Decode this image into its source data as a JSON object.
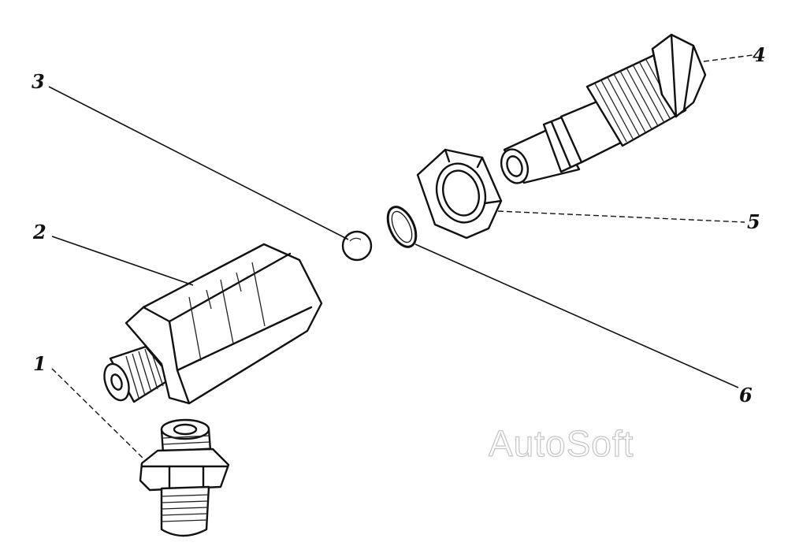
{
  "labels": {
    "part1": "1",
    "part2": "2",
    "part3": "3",
    "part4": "4",
    "part5": "5",
    "part6": "6"
  },
  "watermark": "AutoSoft",
  "colors": {
    "ink": "#111111",
    "watermark_outline": "#c4c4c4",
    "background": "#ffffff"
  }
}
